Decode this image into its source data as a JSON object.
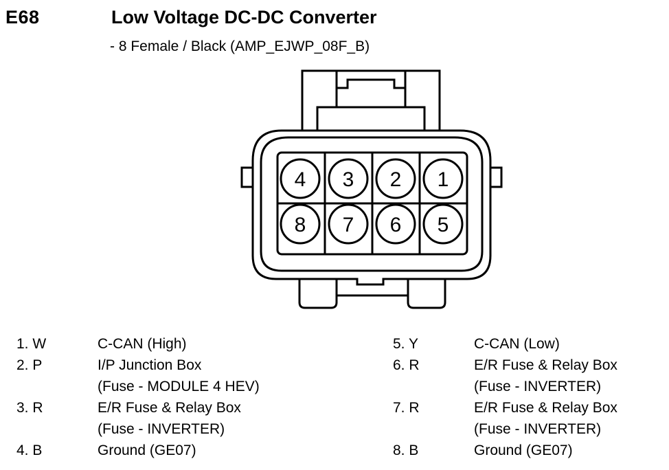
{
  "header": {
    "code": "E68",
    "title": "Low Voltage DC-DC Converter",
    "subtitle": "- 8 Female / Black (AMP_EJWP_08F_B)"
  },
  "connector": {
    "pins_top": [
      "4",
      "3",
      "2",
      "1"
    ],
    "pins_bottom": [
      "8",
      "7",
      "6",
      "5"
    ]
  },
  "pinout": {
    "left": [
      {
        "pin": "1. W",
        "lines": [
          "C-CAN (High)"
        ]
      },
      {
        "pin": "2. P",
        "lines": [
          "I/P Junction Box",
          "(Fuse - MODULE 4 HEV)"
        ]
      },
      {
        "pin": "3. R",
        "lines": [
          "E/R Fuse & Relay Box",
          "(Fuse - INVERTER)"
        ]
      },
      {
        "pin": "4. B",
        "lines": [
          "Ground (GE07)"
        ]
      }
    ],
    "right": [
      {
        "pin": "5. Y",
        "lines": [
          "C-CAN (Low)"
        ]
      },
      {
        "pin": "6. R",
        "lines": [
          "E/R Fuse & Relay Box",
          "(Fuse - INVERTER)"
        ]
      },
      {
        "pin": "7. R",
        "lines": [
          "E/R Fuse & Relay Box",
          "(Fuse - INVERTER)"
        ]
      },
      {
        "pin": "8. B",
        "lines": [
          "Ground (GE07)"
        ]
      }
    ]
  }
}
